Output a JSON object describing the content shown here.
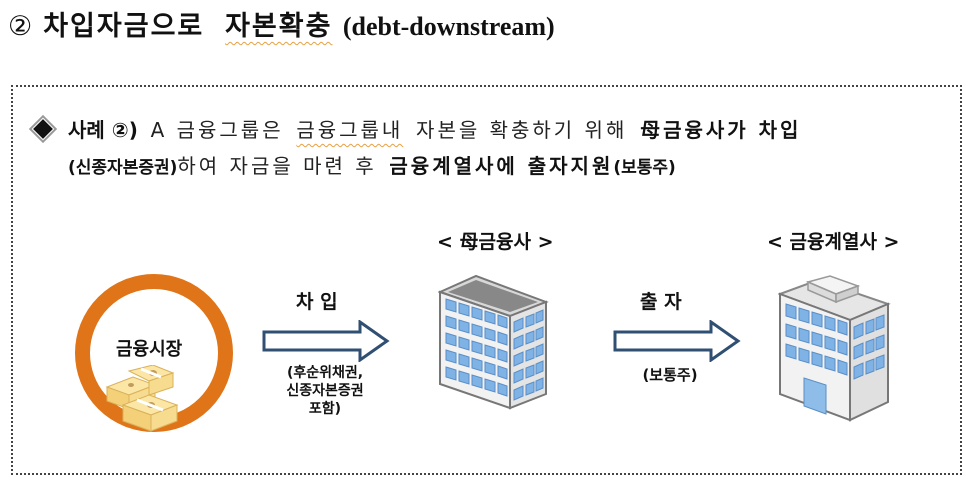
{
  "title": {
    "number": "②",
    "korean_part1": "차입자금으로",
    "korean_part2": "자본확충",
    "english": "(debt-downstream)"
  },
  "case": {
    "bullet_icon": "diamond-icon",
    "label": "사례 ②)",
    "text_a": "A 금융그룹은",
    "text_b": "금융그룹내",
    "text_c": "자본을 확충하기 위해",
    "bold_1": "母금융사가 차입",
    "line2_bold_paren": "(신종자본증권)",
    "line2_text": "하여 자금을 마련 후",
    "line2_bold_2": "금융계열사에 출자지원",
    "line2_paren": "(보통주)"
  },
  "diagram": {
    "market": {
      "label": "금융시장",
      "icon": "money-stack-icon",
      "ring_color": "#e07418"
    },
    "arrow1": {
      "top_label": "차 입",
      "bottom_label_lines": [
        "(후순위채권,",
        "신종자본증권",
        "포함)"
      ]
    },
    "parent": {
      "header": "< 母금융사 >",
      "icon": "office-building-icon"
    },
    "arrow2": {
      "top_label": "출 자",
      "bottom_label": "(보통주)"
    },
    "subsidiary": {
      "header": "< 금융계열사 >",
      "icon": "office-building-icon"
    }
  },
  "colors": {
    "ring": "#e07418",
    "window": "#7fb2e5",
    "arrow_stroke": "#2f4f73"
  }
}
